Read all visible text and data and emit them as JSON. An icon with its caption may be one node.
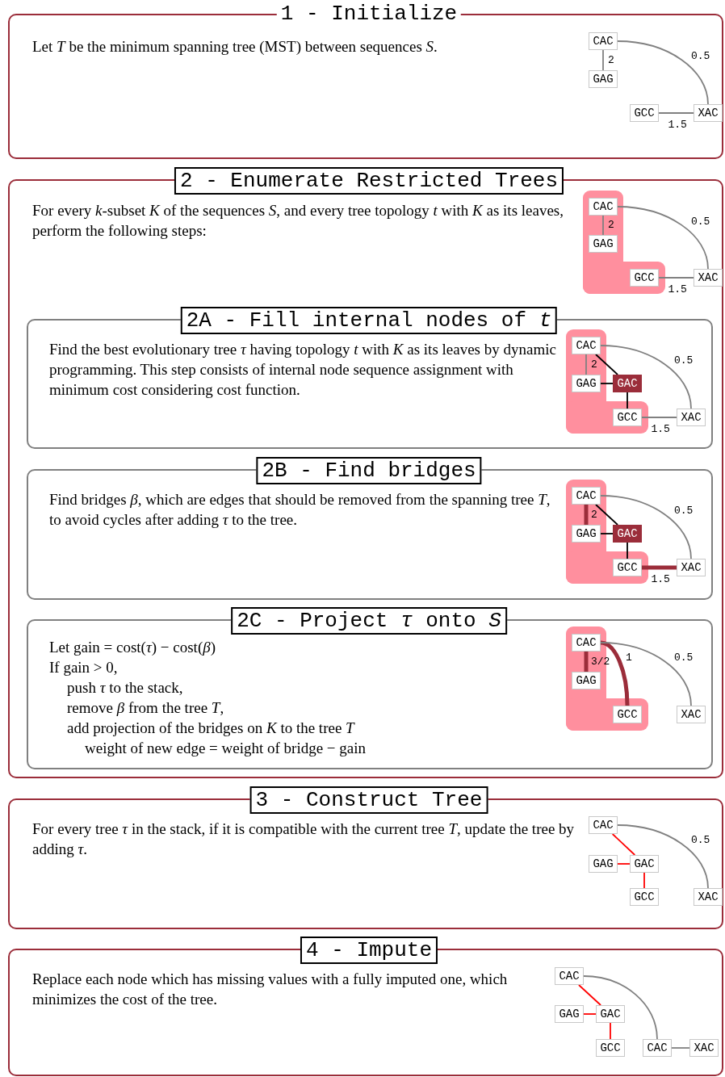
{
  "diagram": {
    "nodes": [
      {
        "text": [
          "1 - Initialize",
          "Let *T* be the minimum spanning tree (MST) between sequences *S*."
        ]
      },
      {
        "text": [
          "CAC"
        ],
        "in": 0
      },
      {
        "text": [
          "GAG"
        ],
        "in": 0
      },
      {
        "text": [
          "GCC"
        ],
        "in": 0
      },
      {
        "text": [
          "XAC"
        ],
        "in": 0
      },
      {
        "text": [
          "2 - Enumerate Restricted Trees",
          "For every *k*-subset *K* of the sequences *S*, and every tree topology *t* with *K* as its leaves, perform the following steps:"
        ]
      },
      {
        "text": [
          "CAC"
        ],
        "in": 5
      },
      {
        "text": [
          "GAG"
        ],
        "in": 5
      },
      {
        "text": [
          "GCC"
        ],
        "in": 5
      },
      {
        "text": [
          "XAC"
        ],
        "in": 5
      },
      {
        "text": [
          "2A - Fill internal nodes of *t*",
          "Find the best evolutionary tree *τ* having topology *t* with *K* as its leaves by dynamic programming. This step consists of internal node sequence assignment with minimum cost considering cost function."
        ],
        "in": 5
      },
      {
        "text": [
          "CAC"
        ],
        "in": 10
      },
      {
        "text": [
          "GAG"
        ],
        "in": 10
      },
      {
        "text": [
          "GAC"
        ],
        "in": 10
      },
      {
        "text": [
          "GCC"
        ],
        "in": 10
      },
      {
        "text": [
          "XAC"
        ],
        "in": 10
      },
      {
        "text": [
          "2B - Find bridges",
          "Find bridges *β*, which are edges that should be removed from the spanning tree *T*, to avoid cycles after adding *τ* to the tree."
        ],
        "in": 5
      },
      {
        "text": [
          "CAC"
        ],
        "in": 16
      },
      {
        "text": [
          "GAG"
        ],
        "in": 16
      },
      {
        "text": [
          "GAC"
        ],
        "in": 16
      },
      {
        "text": [
          "GCC"
        ],
        "in": 16
      },
      {
        "text": [
          "XAC"
        ],
        "in": 16
      },
      {
        "text": [
          "2C - Project *τ* onto *S*",
          "Let gain = cost(*τ*) − cost(*β*)",
          "If gain > 0,",
          "push *τ* to the stack,",
          "remove *β* from the tree *T*,",
          "add projection of the bridges on *K* to the tree *T*",
          "weight of new edge = weight of bridge − gain"
        ],
        "in": 5
      },
      {
        "text": [
          "CAC"
        ],
        "in": 22
      },
      {
        "text": [
          "GAG"
        ],
        "in": 22
      },
      {
        "text": [
          "GCC"
        ],
        "in": 22
      },
      {
        "text": [
          "XAC"
        ],
        "in": 22
      },
      {
        "text": [
          "3 - Construct Tree",
          "For every tree *τ* in the stack, if it is compatible with the current tree *T*, update the tree by adding *τ*."
        ]
      },
      {
        "text": [
          "CAC"
        ],
        "in": 27
      },
      {
        "text": [
          "GAG"
        ],
        "in": 27
      },
      {
        "text": [
          "GAC"
        ],
        "in": 27
      },
      {
        "text": [
          "GCC"
        ],
        "in": 27
      },
      {
        "text": [
          "XAC"
        ],
        "in": 27
      },
      {
        "text": [
          "4 - Impute",
          "Replace each node which has missing values with a fully imputed one, which minimizes the cost of the tree."
        ]
      },
      {
        "text": [
          "CAC"
        ],
        "in": 33
      },
      {
        "text": [
          "GAG"
        ],
        "in": 33
      },
      {
        "text": [
          "GAC"
        ],
        "in": 33
      },
      {
        "text": [
          "GCC"
        ],
        "in": 33
      },
      {
        "text": [
          "CAC"
        ],
        "in": 33
      },
      {
        "text": [
          "XAC"
        ],
        "in": 33
      }
    ],
    "edges": [
      {
        "from": 1,
        "to": 2,
        "arrow": "none",
        "label": "2"
      },
      {
        "from": 1,
        "to": 4,
        "arrow": "none",
        "label": "0.5"
      },
      {
        "from": 3,
        "to": 4,
        "arrow": "none",
        "label": "1.5"
      },
      {
        "from": 6,
        "to": 7,
        "arrow": "none",
        "label": "2"
      },
      {
        "from": 6,
        "to": 9,
        "arrow": "none",
        "label": "0.5"
      },
      {
        "from": 8,
        "to": 9,
        "arrow": "none",
        "label": "1.5"
      },
      {
        "from": 11,
        "to": 12,
        "arrow": "none",
        "label": "2"
      },
      {
        "from": 11,
        "to": 13,
        "arrow": "none",
        "color": "#000000"
      },
      {
        "from": 12,
        "to": 13,
        "arrow": "none",
        "color": "#000000"
      },
      {
        "from": 13,
        "to": 14,
        "arrow": "none",
        "color": "#000000"
      },
      {
        "from": 11,
        "to": 15,
        "arrow": "none",
        "label": "0.5"
      },
      {
        "from": 14,
        "to": 15,
        "arrow": "none",
        "label": "1.5"
      },
      {
        "from": 17,
        "to": 18,
        "arrow": "none",
        "label": "2",
        "style": "thick",
        "color": "#9b2d3a"
      },
      {
        "from": 17,
        "to": 19,
        "arrow": "none",
        "color": "#000000"
      },
      {
        "from": 18,
        "to": 19,
        "arrow": "none",
        "color": "#000000"
      },
      {
        "from": 19,
        "to": 20,
        "arrow": "none",
        "color": "#000000"
      },
      {
        "from": 17,
        "to": 21,
        "arrow": "none",
        "label": "0.5"
      },
      {
        "from": 20,
        "to": 21,
        "arrow": "none",
        "label": "1.5",
        "style": "thick",
        "color": "#9b2d3a"
      },
      {
        "from": 23,
        "to": 24,
        "arrow": "none",
        "label": "3/2",
        "style": "thick",
        "color": "#9b2d3a"
      },
      {
        "from": 23,
        "to": 25,
        "arrow": "none",
        "label": "1",
        "style": "thick",
        "color": "#9b2d3a"
      },
      {
        "from": 23,
        "to": 26,
        "arrow": "none",
        "label": "0.5"
      },
      {
        "from": 28,
        "to": 30,
        "arrow": "none",
        "color": "#ff0000"
      },
      {
        "from": 29,
        "to": 30,
        "arrow": "none",
        "color": "#ff0000"
      },
      {
        "from": 30,
        "to": 31,
        "arrow": "none",
        "color": "#ff0000"
      },
      {
        "from": 28,
        "to": 32,
        "arrow": "none",
        "label": "0.5"
      },
      {
        "from": 34,
        "to": 36,
        "arrow": "none",
        "color": "#ff0000"
      },
      {
        "from": 35,
        "to": 36,
        "arrow": "none",
        "color": "#ff0000"
      },
      {
        "from": 36,
        "to": 37,
        "arrow": "none",
        "color": "#ff0000"
      },
      {
        "from": 34,
        "to": 38,
        "arrow": "none"
      },
      {
        "from": 38,
        "to": 39,
        "arrow": "none"
      }
    ]
  }
}
